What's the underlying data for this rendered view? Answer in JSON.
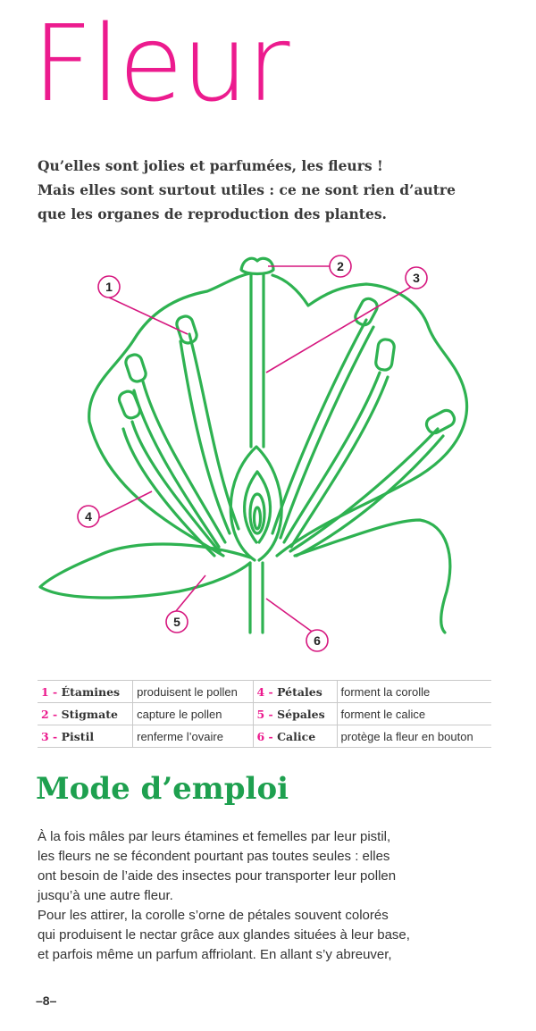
{
  "title": "Fleur",
  "intro": {
    "lines": [
      "Qu’elles sont jolies et parfumées, les fleurs !",
      "Mais elles sont surtout utiles : ce ne sont rien d’autre",
      "que les organes de reproduction des plantes."
    ]
  },
  "diagram": {
    "callouts": [
      "1",
      "2",
      "3",
      "4",
      "5",
      "6"
    ],
    "colors": {
      "flower": "#2eb251",
      "callout": "#d6177f"
    }
  },
  "legend": {
    "rows": [
      {
        "left": {
          "num": "1 -",
          "term": "Étamines",
          "desc": "produisent le pollen"
        },
        "right": {
          "num": "4 -",
          "term": "Pétales",
          "desc": "forment la corolle"
        }
      },
      {
        "left": {
          "num": "2 -",
          "term": "Stigmate",
          "desc": "capture le pollen"
        },
        "right": {
          "num": "5 -",
          "term": "Sépales",
          "desc": "forment le calice"
        }
      },
      {
        "left": {
          "num": "3 -",
          "term": "Pistil",
          "desc": "renferme l’ovaire"
        },
        "right": {
          "num": "6 -",
          "term": "Calice",
          "desc": "protège la fleur en bouton"
        }
      }
    ]
  },
  "section": {
    "title": "Mode d’emploi",
    "lines": [
      "À la fois mâles par leurs étamines et femelles par leur pistil,",
      "les fleurs ne se fécondent pourtant pas toutes seules : elles",
      "ont besoin de l’aide des insectes pour transporter leur pollen",
      "jusqu’à une autre fleur.",
      "Pour les attirer, la corolle s’orne de pétales souvent colorés",
      "qui produisent le nectar grâce aux glandes situées à leur base,",
      "et parfois même un parfum affriolant. En allant s’y abreuver,"
    ]
  },
  "page_number": "–8–"
}
